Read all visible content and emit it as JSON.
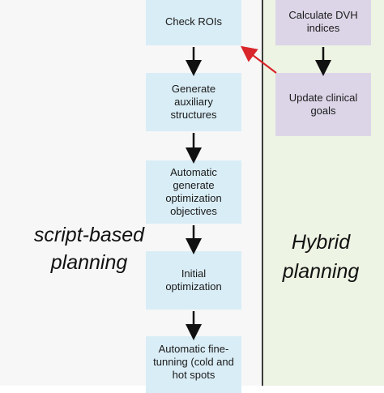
{
  "panels": {
    "left_label_line1": "script-based",
    "left_label_line2": "planning",
    "right_label_line1": "Hybrid",
    "right_label_line2": "planning"
  },
  "flow_left": [
    {
      "id": "check-rois",
      "text": "Check ROIs"
    },
    {
      "id": "generate-aux",
      "text": "Generate auxiliary structures"
    },
    {
      "id": "auto-objectives",
      "text": "Automatic generate optimization objectives"
    },
    {
      "id": "initial-opt",
      "text": "Initial optimization"
    },
    {
      "id": "fine-tuning",
      "text": "Automatic fine-tunning (cold and hot spots"
    }
  ],
  "flow_right": [
    {
      "id": "calc-dvh",
      "text": "Calculate DVH indices"
    },
    {
      "id": "update-goals",
      "text": "Update clinical goals"
    }
  ],
  "colors": {
    "left_box": "#d9edf6",
    "right_box": "#dcd5e8",
    "feedback_arrow": "#d9262a",
    "flow_arrow": "#111111"
  }
}
